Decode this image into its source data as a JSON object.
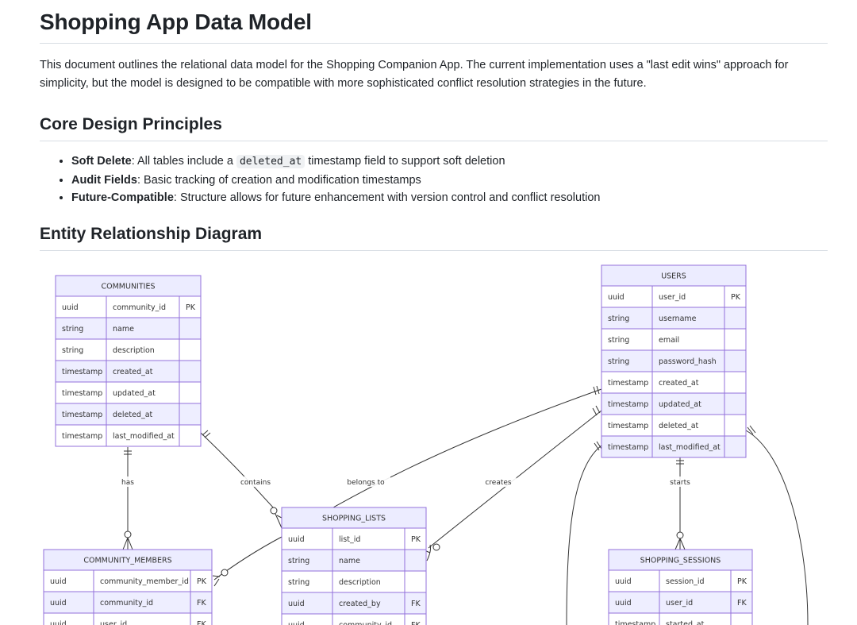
{
  "title": "Shopping App Data Model",
  "intro": "This document outlines the relational data model for the Shopping Companion App. The current implementation uses a \"last edit wins\" approach for simplicity, but the model is designed to be compatible with more sophisticated conflict resolution strategies in the future.",
  "principles": {
    "heading": "Core Design Principles",
    "items": [
      {
        "term": "Soft Delete",
        "pre": ": All tables include a ",
        "code": "deleted_at",
        "post": " timestamp field to support soft deletion"
      },
      {
        "term": "Audit Fields",
        "pre": ": Basic tracking of creation and modification timestamps",
        "code": "",
        "post": ""
      },
      {
        "term": "Future-Compatible",
        "pre": ": Structure allows for future enhancement with version control and conflict resolution",
        "code": "",
        "post": ""
      }
    ]
  },
  "erd": {
    "heading": "Entity Relationship Diagram",
    "entities": [
      {
        "name": "COMMUNITIES",
        "rows": [
          [
            "uuid",
            "community_id",
            "PK"
          ],
          [
            "string",
            "name",
            ""
          ],
          [
            "string",
            "description",
            ""
          ],
          [
            "timestamp",
            "created_at",
            ""
          ],
          [
            "timestamp",
            "updated_at",
            ""
          ],
          [
            "timestamp",
            "deleted_at",
            ""
          ],
          [
            "timestamp",
            "last_modified_at",
            ""
          ]
        ]
      },
      {
        "name": "USERS",
        "rows": [
          [
            "uuid",
            "user_id",
            "PK"
          ],
          [
            "string",
            "username",
            ""
          ],
          [
            "string",
            "email",
            ""
          ],
          [
            "string",
            "password_hash",
            ""
          ],
          [
            "timestamp",
            "created_at",
            ""
          ],
          [
            "timestamp",
            "updated_at",
            ""
          ],
          [
            "timestamp",
            "deleted_at",
            ""
          ],
          [
            "timestamp",
            "last_modified_at",
            ""
          ]
        ]
      },
      {
        "name": "SHOPPING_LISTS",
        "rows": [
          [
            "uuid",
            "list_id",
            "PK"
          ],
          [
            "string",
            "name",
            ""
          ],
          [
            "string",
            "description",
            ""
          ],
          [
            "uuid",
            "created_by",
            "FK"
          ],
          [
            "uuid",
            "community_id",
            "FK"
          ]
        ]
      },
      {
        "name": "COMMUNITY_MEMBERS",
        "rows": [
          [
            "uuid",
            "community_member_id",
            "PK"
          ],
          [
            "uuid",
            "community_id",
            "FK"
          ],
          [
            "uuid",
            "user_id",
            "FK"
          ]
        ]
      },
      {
        "name": "SHOPPING_SESSIONS",
        "rows": [
          [
            "uuid",
            "session_id",
            "PK"
          ],
          [
            "uuid",
            "user_id",
            "FK"
          ],
          [
            "timestamp",
            "started_at",
            ""
          ]
        ]
      }
    ],
    "relationships": [
      {
        "label": "has"
      },
      {
        "label": "contains"
      },
      {
        "label": "belongs to"
      },
      {
        "label": "creates"
      },
      {
        "label": "starts"
      }
    ]
  }
}
